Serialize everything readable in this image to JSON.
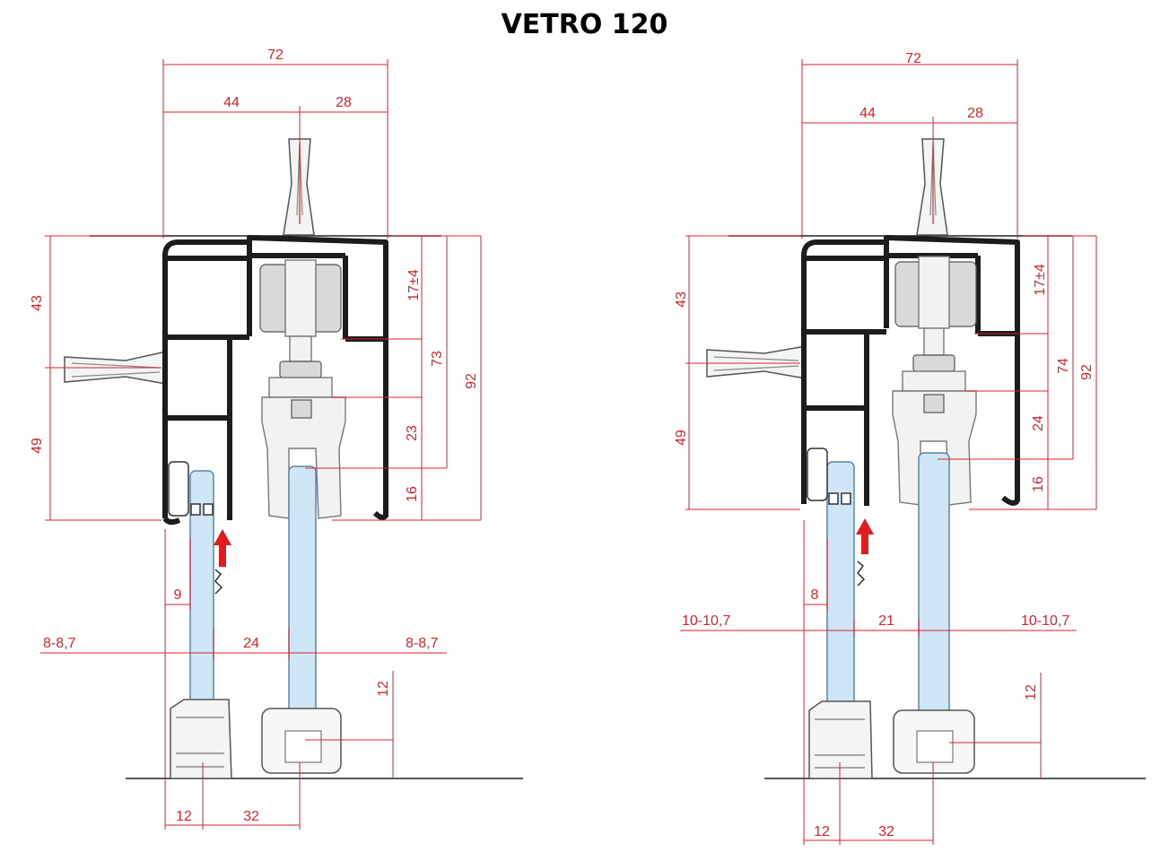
{
  "title": "VETRO 120",
  "colors": {
    "dimension": "#d9232d",
    "profile": "#1c1c1c",
    "glass": "#cfe6f7",
    "arrow": "#e11b22"
  },
  "left": {
    "width_total": "72",
    "width_left": "44",
    "width_right": "28",
    "h_upper": "43",
    "h_lower": "49",
    "h_gap": "17±4",
    "h_73": "73",
    "h_92": "92",
    "h_23": "23",
    "h_16": "16",
    "w_9": "9",
    "side_left": "8-8,7",
    "side_right": "8-8,7",
    "glass_gap": "24",
    "h_12": "12",
    "bottom_left": "12",
    "bottom_right": "32"
  },
  "right": {
    "width_total": "72",
    "width_left": "44",
    "width_right": "28",
    "h_upper": "43",
    "h_lower": "49",
    "h_gap": "17±4",
    "h_74": "74",
    "h_92": "92",
    "h_24": "24",
    "h_16": "16",
    "w_8": "8",
    "side_left": "10-10,7",
    "side_right": "10-10,7",
    "glass_gap": "21",
    "h_12": "12",
    "bottom_left": "12",
    "bottom_right": "32"
  }
}
